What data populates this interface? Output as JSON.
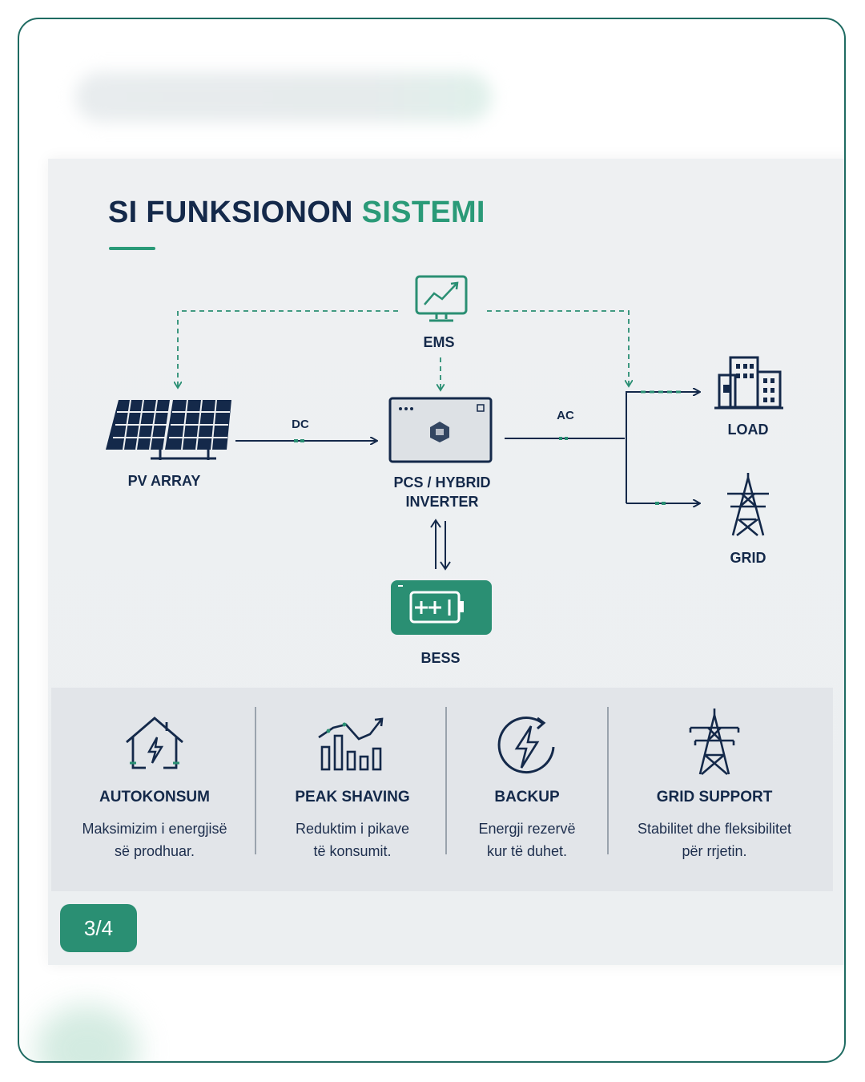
{
  "title": {
    "main": "SI FUNKSIONON",
    "accent": "SISTEMI"
  },
  "nodes": {
    "ems": "EMS",
    "pv": "PV ARRAY",
    "inverter_line1": "PCS / HYBRID",
    "inverter_line2": "INVERTER",
    "bess": "BESS",
    "load": "LOAD",
    "grid": "GRID"
  },
  "flows": {
    "dc": "DC",
    "ac": "AC"
  },
  "benefits": [
    {
      "title": "AUTOKONSUM",
      "line1": "Maksimizim i energjisë",
      "line2": "së prodhuar.",
      "icon": "house-bolt-icon"
    },
    {
      "title": "PEAK SHAVING",
      "line1": "Reduktim i pikave",
      "line2": "të konsumit.",
      "icon": "bar-chart-trend-icon"
    },
    {
      "title": "BACKUP",
      "line1": "Energji rezervë",
      "line2": "kur të duhet.",
      "icon": "bolt-cycle-icon"
    },
    {
      "title": "GRID SUPPORT",
      "line1": "Stabilitet dhe fleksibilitet",
      "line2": "për rrjetin.",
      "icon": "transmission-tower-icon"
    }
  ],
  "page_indicator": "3/4",
  "colors": {
    "navy": "#14294a",
    "green": "#2a9a78",
    "badge": "#2a8f73",
    "frame": "#1f6b62"
  }
}
